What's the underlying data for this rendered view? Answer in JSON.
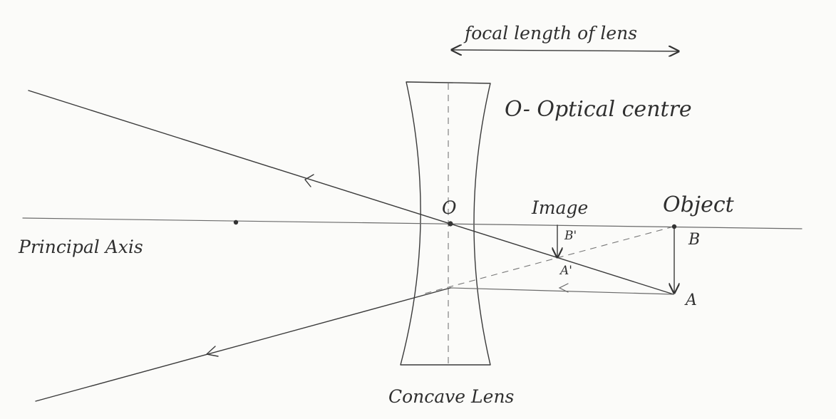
{
  "labels": {
    "focal_length": "focal length of lens",
    "optical_centre_note": "O- Optical centre",
    "optical_centre": "O",
    "image": "Image",
    "object": "Object",
    "principal_axis": "Principal Axis",
    "lens_name": "Concave Lens",
    "point_b_prime": "B'",
    "point_a_prime": "A'",
    "point_b": "B",
    "point_a": "A"
  }
}
